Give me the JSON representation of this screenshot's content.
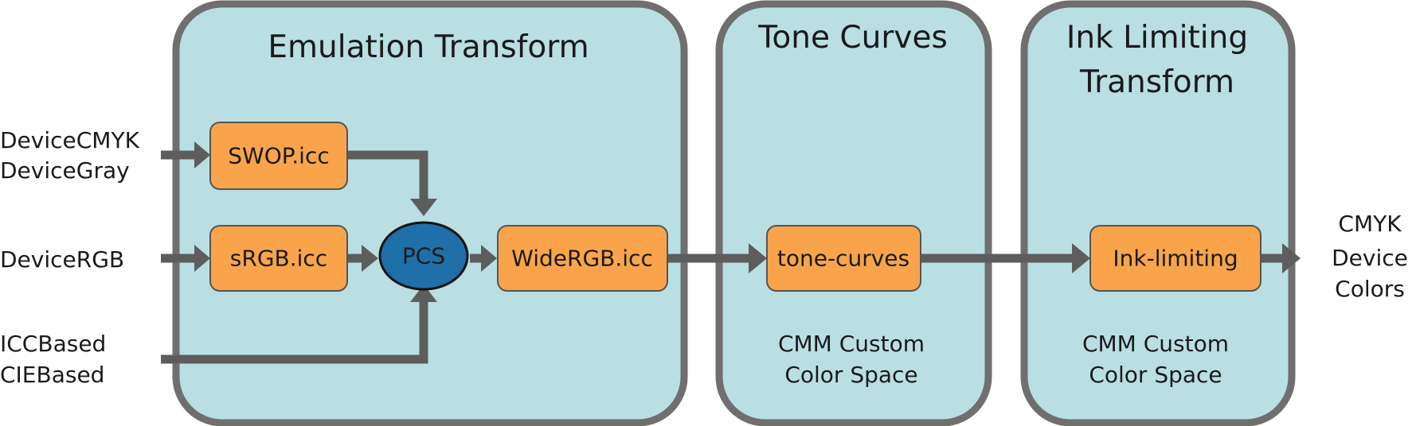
{
  "panels": {
    "emulation": {
      "title": "Emulation Transform"
    },
    "tone": {
      "title": "Tone Curves",
      "sub1": "CMM Custom",
      "sub2": "Color Space"
    },
    "ink": {
      "title1": "Ink Limiting",
      "title2": "Transform",
      "sub1": "CMM Custom",
      "sub2": "Color Space"
    }
  },
  "inputs": {
    "cmyk": "DeviceCMYK",
    "gray": "DeviceGray",
    "rgb": "DeviceRGB",
    "icc": "ICCBased",
    "cie": "CIEBased"
  },
  "boxes": {
    "swop": "SWOP.icc",
    "srgb": "sRGB.icc",
    "pcs": "PCS",
    "widergb": "WideRGB.icc",
    "tone": "tone-curves",
    "ink": "Ink-limiting"
  },
  "output": {
    "line1": "CMYK",
    "line2": "Device",
    "line3": "Colors"
  },
  "colors": {
    "panel_fill": "#b9dfe3",
    "panel_border": "#6f6f6f",
    "box_fill": "#f9a44b",
    "pcs_fill": "#1f6fa8",
    "arrow": "#5d5d5d"
  }
}
